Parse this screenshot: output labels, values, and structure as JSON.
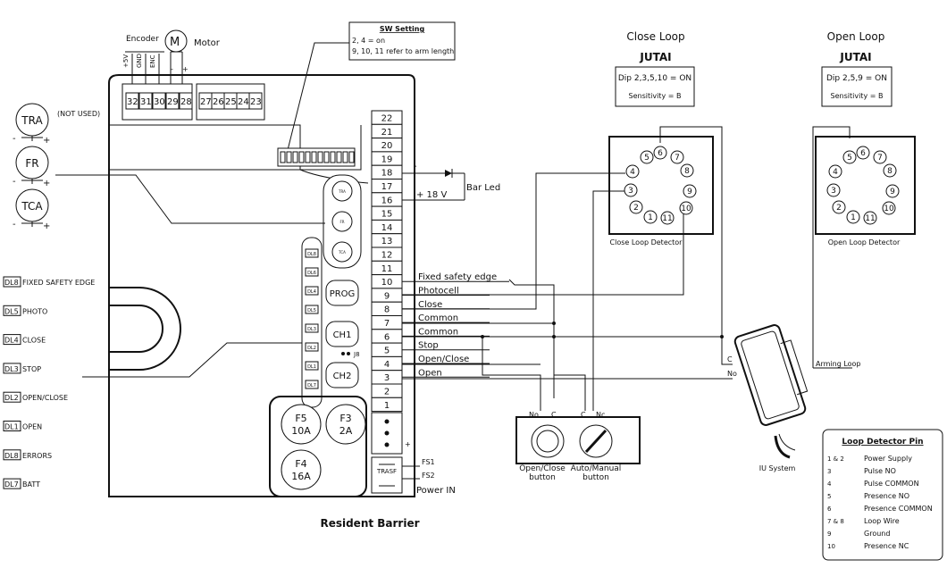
{
  "encoder": {
    "title": "Encoder",
    "pins": [
      "+5V",
      "GND",
      "ENC"
    ]
  },
  "motor": {
    "symbol": "M",
    "label": "Motor",
    "minus": "-",
    "plus": "+"
  },
  "sw_setting": {
    "title": "SW Setting",
    "line1": "2, 4 = on",
    "line2": "9, 10, 11 refer to arm length"
  },
  "top_terminals": {
    "group1": [
      "32",
      "31",
      "30",
      "29",
      "28"
    ],
    "group2": [
      "27",
      "26",
      "25",
      "24",
      "23"
    ]
  },
  "terminal_strip": [
    "22",
    "21",
    "20",
    "19",
    "18",
    "17",
    "16",
    "15",
    "14",
    "13",
    "12",
    "11",
    "10",
    "9",
    "8",
    "7",
    "6",
    "5",
    "4",
    "3",
    "2",
    "1"
  ],
  "pots": [
    {
      "label": "TRA",
      "note": "(NOT USED)",
      "board": "TRA"
    },
    {
      "label": "FR",
      "note": "",
      "board": "FR"
    },
    {
      "label": "TCA",
      "note": "",
      "board": "TCA"
    }
  ],
  "pot_signs": {
    "minus": "-",
    "plus": "+"
  },
  "leds": [
    {
      "tag": "DL8",
      "label": "FIXED SAFETY EDGE"
    },
    {
      "tag": "DL5",
      "label": "PHOTO"
    },
    {
      "tag": "DL4",
      "label": "CLOSE"
    },
    {
      "tag": "DL3",
      "label": "STOP"
    },
    {
      "tag": "DL2",
      "label": "OPEN/CLOSE"
    },
    {
      "tag": "DL1",
      "label": "OPEN"
    },
    {
      "tag": "DL8",
      "label": "ERRORS"
    },
    {
      "tag": "DL7",
      "label": "BATT"
    }
  ],
  "board_led_tags": [
    "DL8",
    "DL6",
    "DL4",
    "DL5",
    "DL3",
    "DL2",
    "DL1",
    "DL7"
  ],
  "board_buttons": {
    "prog": "PROG",
    "ch1": "CH1",
    "ch2": "CH2",
    "jumper": "J8"
  },
  "fuses": [
    {
      "id": "F5",
      "rating": "10A"
    },
    {
      "id": "F3",
      "rating": "2A"
    },
    {
      "id": "F4",
      "rating": "16A"
    }
  ],
  "trasf": "TRASF",
  "power": {
    "fs1": "FS1",
    "fs2": "FS2",
    "label": "Power IN",
    "plus": "+"
  },
  "bar_led": {
    "label": "Bar Led",
    "voltage": "+ 18 V",
    "minus": "-"
  },
  "wire_labels": [
    {
      "terminal": "10",
      "label": "Fixed safety edge"
    },
    {
      "terminal": "9",
      "label": "Photocell"
    },
    {
      "terminal": "8",
      "label": "Close"
    },
    {
      "terminal": "7",
      "label": "Common"
    },
    {
      "terminal": "6",
      "label": "Common"
    },
    {
      "terminal": "5",
      "label": "Stop"
    },
    {
      "terminal": "4",
      "label": "Open/Close"
    },
    {
      "terminal": "3",
      "label": "Open"
    }
  ],
  "close_loop": {
    "heading": "Close Loop",
    "brand": "JUTAI",
    "dip": "Dip 2,3,5,10 = ON",
    "sensitivity": "Sensitivity = B",
    "caption": "Close Loop Detector"
  },
  "open_loop": {
    "heading": "Open Loop",
    "brand": "JUTAI",
    "dip": "Dip 2,5,9 = ON",
    "sensitivity": "Sensitivity = B",
    "caption": "Open Loop Detector"
  },
  "detector_pins": [
    "1",
    "2",
    "3",
    "4",
    "5",
    "6",
    "7",
    "8",
    "9",
    "10",
    "11"
  ],
  "switches": {
    "open_close": {
      "label1": "Open/Close",
      "label2": "button",
      "no": "No",
      "c": "C"
    },
    "auto_manual": {
      "label1": "Auto/Manual",
      "label2": "button",
      "c": "C",
      "nc": "Nc"
    }
  },
  "iu": {
    "label": "IU System",
    "c": "C",
    "no": "No",
    "arming": "Arming Loop"
  },
  "legend": {
    "title": "Loop Detector Pin",
    "rows": [
      {
        "pin": "1 & 2",
        "desc": "Power Supply"
      },
      {
        "pin": "3",
        "desc": "Pulse NO"
      },
      {
        "pin": "4",
        "desc": "Pulse COMMON"
      },
      {
        "pin": "5",
        "desc": "Presence NO"
      },
      {
        "pin": "6",
        "desc": "Presence COMMON"
      },
      {
        "pin": "7 & 8",
        "desc": "Loop Wire"
      },
      {
        "pin": "9",
        "desc": "Ground"
      },
      {
        "pin": "10",
        "desc": "Presence NC"
      }
    ]
  },
  "caption": "Resident Barrier"
}
